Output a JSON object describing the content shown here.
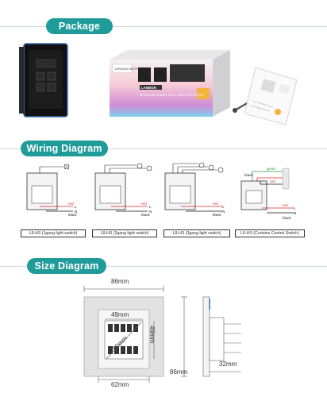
{
  "sections": {
    "package": "Package",
    "wiring": "Wiring Diagram",
    "size": "Size Diagram"
  },
  "package": {
    "box_brand": "LANBON",
    "box_side_text": "L8 ROUND SWITCH",
    "box_front_text": "MODULAR SMART WI-FI SWITCH SYSTEM"
  },
  "wiring": {
    "wire_labels": {
      "red": "red",
      "black": "black",
      "green": "green",
      "L": "L",
      "N": "N"
    },
    "diagrams": [
      {
        "caption": "L8-HS (1gang light switch)"
      },
      {
        "caption": "L8-HS (2gang light switch)"
      },
      {
        "caption": "L8-HS (3gang light switch)"
      },
      {
        "caption": "L8-HS (Curtains Control Switch)"
      }
    ]
  },
  "dimensions": {
    "width_outer": "86mm",
    "inner_width": "49mm",
    "inner_height": "49mm",
    "diagonal": "60mm",
    "bottom_width": "62mm",
    "side_height": "86mm",
    "depth": "32mm"
  },
  "colors": {
    "accent": "#1f9c9a",
    "wire_red": "#d9262b",
    "wire_black": "#111111",
    "wire_green": "#2e9a3a"
  }
}
